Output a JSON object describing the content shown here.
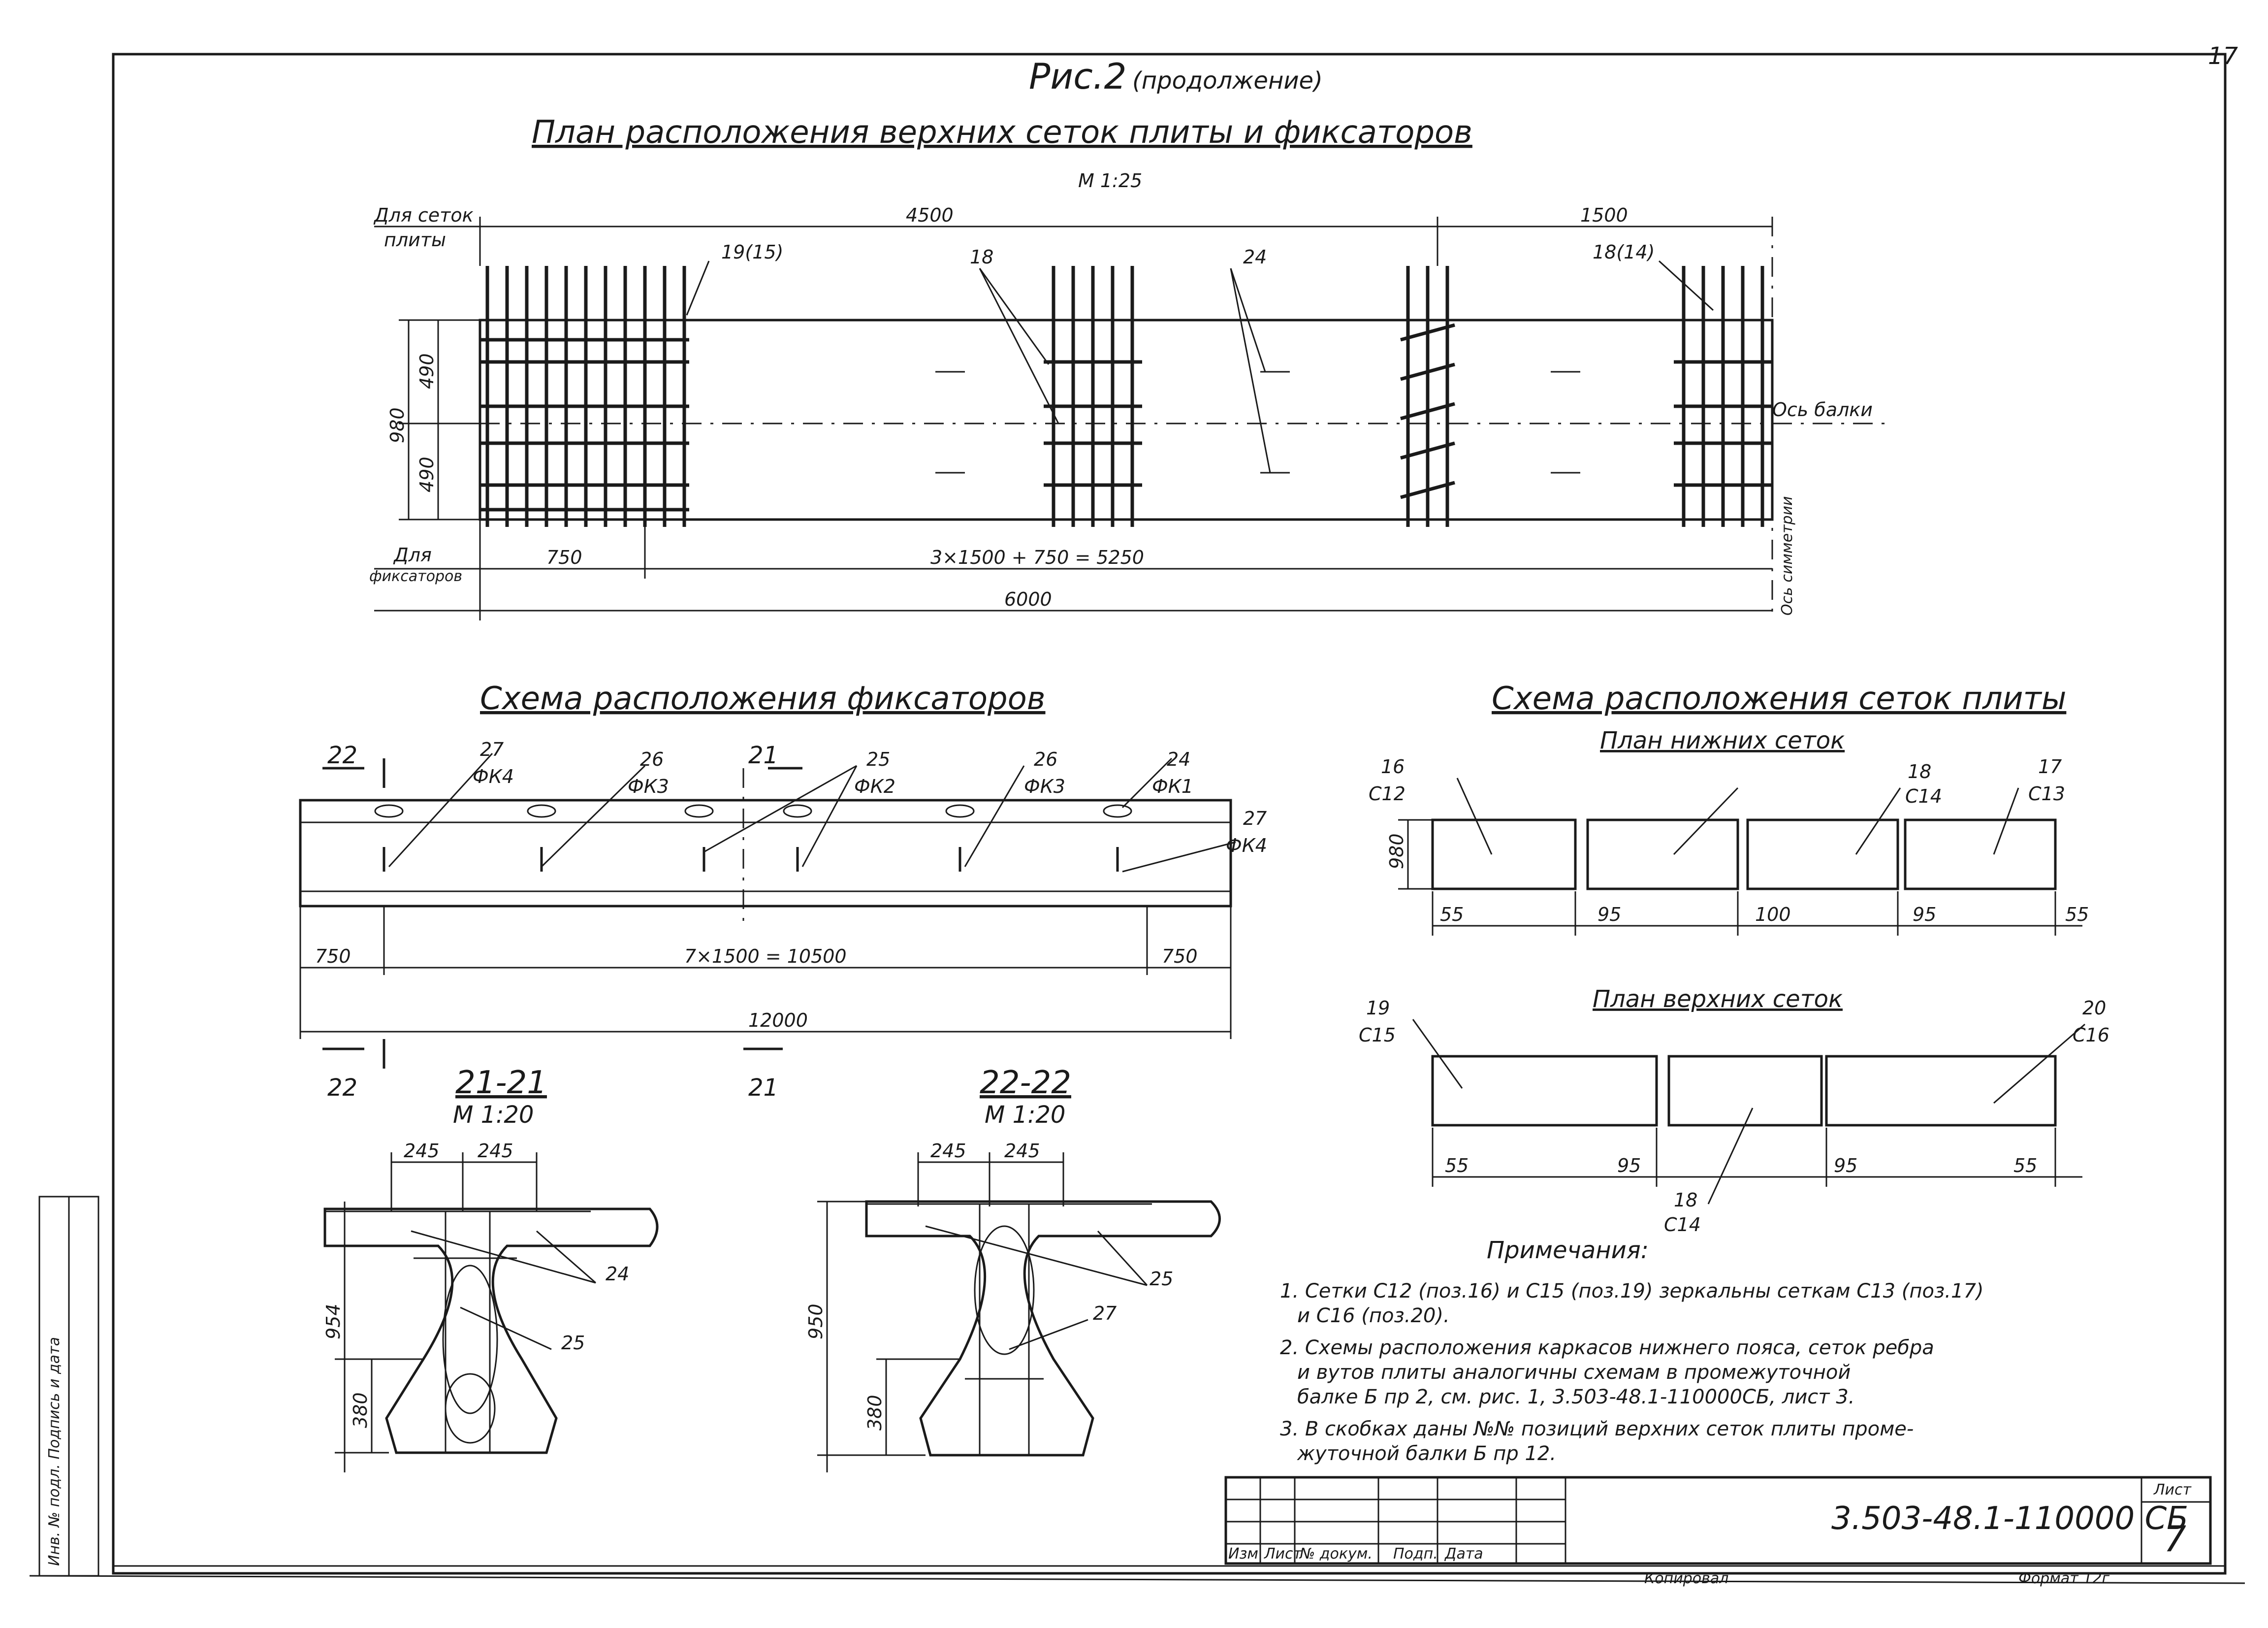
{
  "sheet": {
    "fig_title": "Рис.2",
    "fig_cont": "(продолжение)",
    "corner_mark": "17",
    "sheet_label": "Лист",
    "sheet_number": "7",
    "doc_code": "3.503-48.1-110000 СБ",
    "copied": "Копировал",
    "format": "Формат 12г",
    "tb_change": "Изм",
    "tb_list": "Лист",
    "tb_doc": "№ докум.",
    "tb_sign": "Подп.",
    "tb_date": "Дата",
    "side_stamp": "Инв. № подл.  Подпись и дата"
  },
  "plan_top": {
    "title": "План расположения верхних сеток плиты и фиксаторов",
    "scale": "М 1:25",
    "left_label_1": "Для сеток",
    "left_label_1b": "плиты",
    "left_label_2": "Для",
    "left_label_2b": "фиксаторов",
    "dim_top_left": "4500",
    "dim_top_right": "1500",
    "dim_left_total": "980",
    "dim_left_a": "490",
    "dim_left_b": "490",
    "dim_bottom_a": "750",
    "dim_bottom_b": "3×1500 + 750 = 5250",
    "dim_bottom_total": "6000",
    "callout_1": "19(15)",
    "callout_2": "18",
    "callout_3": "24",
    "callout_4": "18(14)",
    "axis_label": "Ось балки",
    "sym_label": "Ось симметрии"
  },
  "fix_scheme": {
    "title": "Схема расположения фиксаторов",
    "sec_a": "22",
    "sec_b": "21",
    "c1_pos": "27",
    "c1_code": "ФК4",
    "c2_pos": "26",
    "c2_code": "ФК3",
    "c3_pos": "25",
    "c3_code": "ФК2",
    "c4_pos": "26",
    "c4_code": "ФК3",
    "c5_pos": "24",
    "c5_code": "ФК1",
    "c6_pos": "27",
    "c6_code": "ФК4",
    "dim_left": "750",
    "dim_mid": "7×1500 = 10500",
    "dim_right": "750",
    "dim_total": "12000"
  },
  "mesh_scheme": {
    "title": "Схема расположения сеток плиты",
    "lower_title": "План нижних сеток",
    "upper_title": "План верхних сеток",
    "l1_pos": "16",
    "l1_code": "С12",
    "l2_pos": "18",
    "l2_code": "С14",
    "l3_pos": "17",
    "l3_code": "С13",
    "lower_height": "980",
    "lower_gap_1": "55",
    "lower_gap_2": "95",
    "lower_gap_3": "100",
    "lower_gap_4": "95",
    "lower_gap_5": "55",
    "u1_pos": "19",
    "u1_code": "С15",
    "u2_pos": "20",
    "u2_code": "С16",
    "u3_pos": "18",
    "u3_code": "С14",
    "upper_gap_1": "55",
    "upper_gap_2": "95",
    "upper_gap_3": "95",
    "upper_gap_4": "55"
  },
  "section_21": {
    "title": "21-21",
    "scale": "М 1:20",
    "dim_a": "245",
    "dim_b": "245",
    "height": "954",
    "height_low": "380",
    "callout_a": "24",
    "callout_b": "25"
  },
  "section_22": {
    "title": "22-22",
    "scale": "М 1:20",
    "dim_a": "245",
    "dim_b": "245",
    "height": "950",
    "height_low": "380",
    "callout_a": "25",
    "callout_b": "27"
  },
  "notes": {
    "heading": "Примечания:",
    "n1a": "1. Сетки С12 (поз.16) и С15 (поз.19) зеркальны сеткам С13 (поз.17)",
    "n1b": "и С16 (поз.20).",
    "n2a": "2. Схемы расположения каркасов нижнего пояса, сеток ребра",
    "n2b": "и вутов плиты аналогичны схемам в промежуточной",
    "n2c": "балке Б пр 2, см. рис. 1, 3.503-48.1-110000СБ, лист 3.",
    "n3a": "3. В скобках даны №№ позиций верхних сеток плиты проме-",
    "n3b": "жуточной балки Б пр 12."
  }
}
